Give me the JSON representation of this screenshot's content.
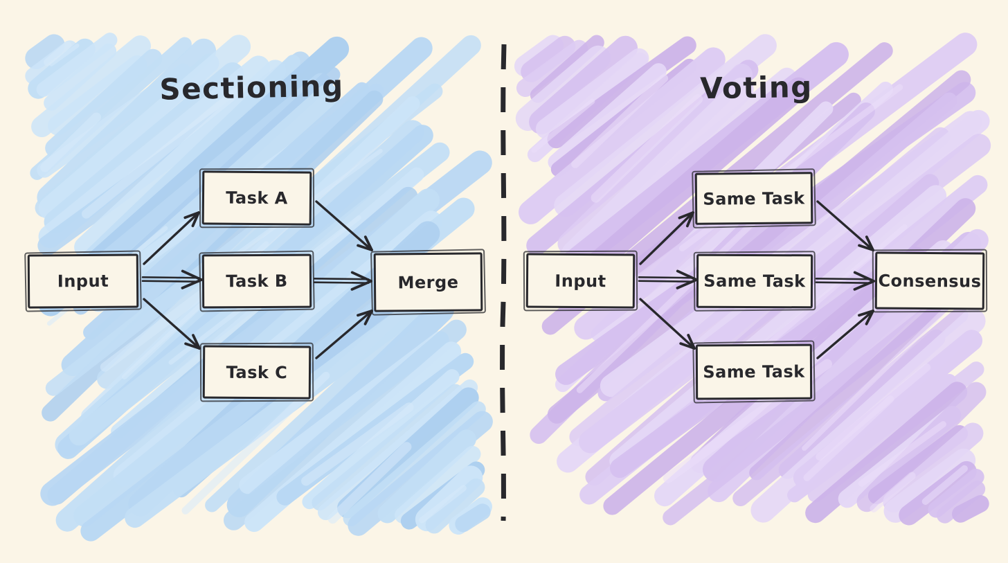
{
  "diagram": {
    "left": {
      "title": "Sectioning",
      "scribble_shades": [
        "#aed0f0",
        "#b9d8f4",
        "#c3dff6",
        "#cde5f9"
      ],
      "texture_shade": "#d8ebfb",
      "nodes": [
        {
          "id": "left-input",
          "label": "Input"
        },
        {
          "id": "task-a",
          "label": "Task A"
        },
        {
          "id": "task-b",
          "label": "Task B"
        },
        {
          "id": "task-c",
          "label": "Task C"
        },
        {
          "id": "merge",
          "label": "Merge"
        }
      ],
      "edges": [
        {
          "from": "left-input",
          "to": "task-a"
        },
        {
          "from": "left-input",
          "to": "task-b"
        },
        {
          "from": "left-input",
          "to": "task-c"
        },
        {
          "from": "task-a",
          "to": "merge"
        },
        {
          "from": "task-b",
          "to": "merge"
        },
        {
          "from": "task-c",
          "to": "merge"
        }
      ]
    },
    "right": {
      "title": "Voting",
      "scribble_shades": [
        "#cdb4ea",
        "#d6c1f0",
        "#decdf4",
        "#e5d8f7"
      ],
      "texture_shade": "#ecdffa",
      "nodes": [
        {
          "id": "right-input",
          "label": "Input"
        },
        {
          "id": "same-task-1",
          "label": "Same Task"
        },
        {
          "id": "same-task-2",
          "label": "Same Task"
        },
        {
          "id": "same-task-3",
          "label": "Same Task"
        },
        {
          "id": "consensus",
          "label": "Consensus"
        }
      ],
      "edges": [
        {
          "from": "right-input",
          "to": "same-task-1"
        },
        {
          "from": "right-input",
          "to": "same-task-2"
        },
        {
          "from": "right-input",
          "to": "same-task-3"
        },
        {
          "from": "same-task-1",
          "to": "consensus"
        },
        {
          "from": "same-task-2",
          "to": "consensus"
        },
        {
          "from": "same-task-3",
          "to": "consensus"
        }
      ]
    },
    "colors": {
      "canvas": "#fbf5e7",
      "ink": "#28282c",
      "node_fill": "#faf5e8"
    }
  }
}
